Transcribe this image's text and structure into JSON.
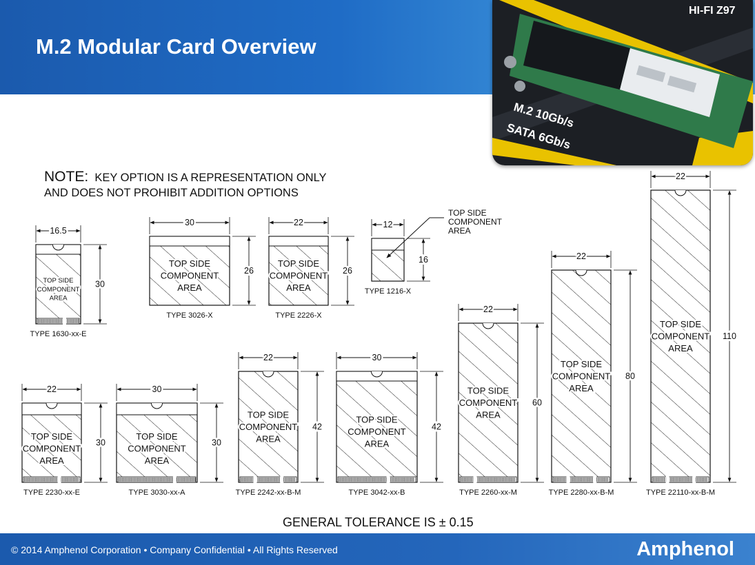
{
  "title": "M.2 Modular Card Overview",
  "note": {
    "label": "NOTE:",
    "line1": "KEY OPTION IS A REPRESENTATION ONLY",
    "line2": "AND DOES NOT PROHIBIT ADDITION OPTIONS"
  },
  "photo_text": {
    "line1": "M.2 10Gb/s",
    "line2": "SATA 6Gb/s",
    "brand": "HI-FI Z97"
  },
  "tolerance": "GENERAL TOLERANCE IS ± 0.15",
  "footer": {
    "copyright": "© 2014 Amphenol Corporation • Company Confidential • All Rights Reserved",
    "logo": "Amphenol"
  },
  "component_label": [
    "TOP SIDE",
    "COMPONENT",
    "AREA"
  ],
  "cards": [
    {
      "type": "TYPE 1630-xx-E",
      "width": "16.5",
      "length": "30"
    },
    {
      "type": "TYPE 3026-X",
      "width": "30",
      "length": "26"
    },
    {
      "type": "TYPE 2226-X",
      "width": "22",
      "length": "26"
    },
    {
      "type": "TYPE 1216-X",
      "width": "12",
      "length": "16"
    },
    {
      "type": "TYPE 2230-xx-E",
      "width": "22",
      "length": "30"
    },
    {
      "type": "TYPE 3030-xx-A",
      "width": "30",
      "length": "30"
    },
    {
      "type": "TYPE 2242-xx-B-M",
      "width": "22",
      "length": "42"
    },
    {
      "type": "TYPE 3042-xx-B",
      "width": "30",
      "length": "42"
    },
    {
      "type": "TYPE 2260-xx-M",
      "width": "22",
      "length": "60"
    },
    {
      "type": "TYPE 2280-xx-B-M",
      "width": "22",
      "length": "80"
    },
    {
      "type": "TYPE 22110-xx-B-M",
      "width": "22",
      "length": "110"
    }
  ]
}
